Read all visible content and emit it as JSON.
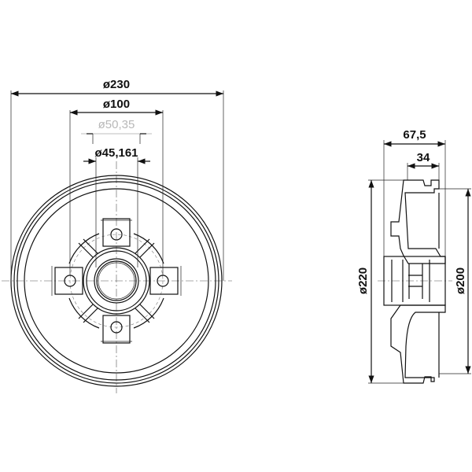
{
  "drawing": {
    "front_view": {
      "outer_diameter": "ø230",
      "bolt_circle": "ø100",
      "reference_diameter": "ø50,35",
      "bore_diameter": "ø45,161"
    },
    "side_view": {
      "total_width": "67,5",
      "hub_width": "34",
      "drum_outer_diameter": "ø220",
      "braking_diameter": "ø200"
    },
    "colors": {
      "line": "#111111",
      "reference": "#b8b8b8"
    }
  }
}
